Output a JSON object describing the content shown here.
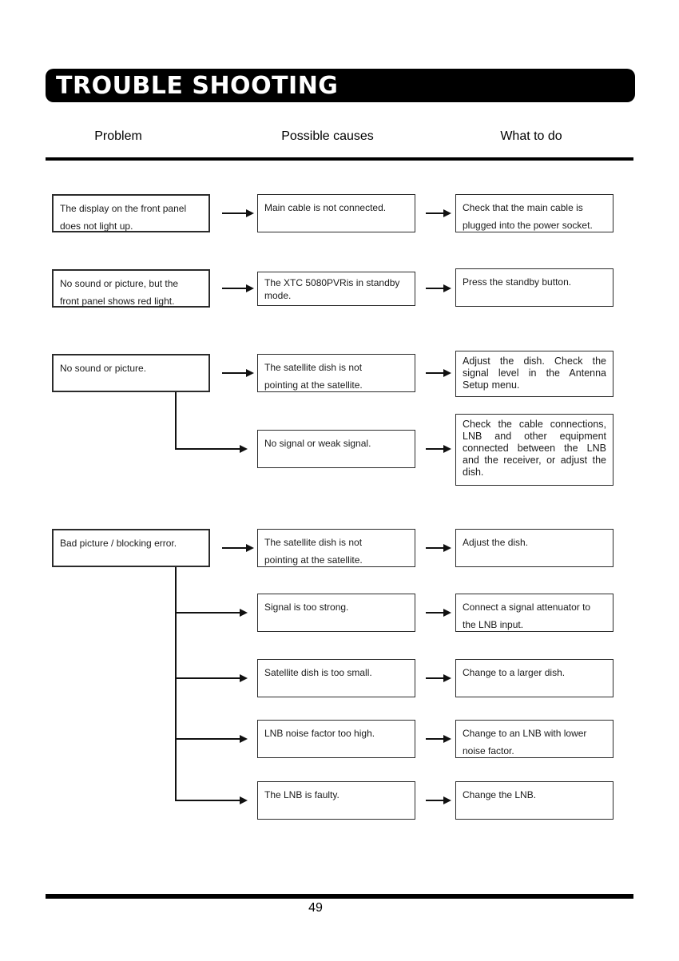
{
  "page": {
    "title": "TROUBLE SHOOTING",
    "page_number": "49"
  },
  "columns": {
    "problem": "Problem",
    "causes": "Possible causes",
    "what_to_do": "What to do"
  },
  "flow": {
    "problems": [
      "The display on the front panel\ndoes not light up.",
      "No sound or picture, but the\nfront panel shows red light.",
      "No sound or picture.",
      "Bad picture / blocking error."
    ],
    "causes": [
      "Main cable is not connected.",
      "The XTC 5080PVRis in standby\nmode.",
      "The satellite dish is not\npointing at the satellite.",
      "No signal or weak signal.",
      "The satellite dish is not\npointing at the satellite.",
      "Signal is too strong.",
      "Satellite dish is too small.",
      "LNB noise factor too high.",
      "The LNB is faulty."
    ],
    "actions": [
      "Check that the main cable is\nplugged into the power socket.",
      "Press the standby button.",
      "Adjust the dish. Check the signal level in the Antenna Setup menu.",
      "Check the cable connections, LNB and other equipment connected between the LNB and the receiver, or adjust the dish.",
      "Adjust the dish.",
      "Connect a signal attenuator to\nthe LNB input.",
      "Change to a larger dish.",
      "Change to an LNB with lower\nnoise factor.",
      "Change the LNB."
    ]
  }
}
